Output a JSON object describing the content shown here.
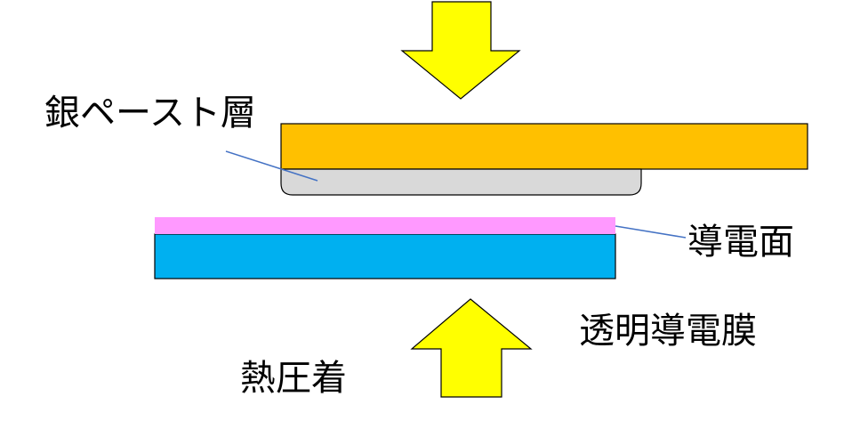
{
  "labels": {
    "silver_paste_layer": "銀ペースト層",
    "conductive_surface": "導電面",
    "transparent_conductive_film": "透明導電膜",
    "thermocompression": "熱圧着"
  },
  "colors": {
    "arrow_fill": "#ffff00",
    "arrow_stroke": "#000000",
    "top_substrate": "#ffc000",
    "silver_paste": "#d9d9d9",
    "conductive_surface": "#ff99ff",
    "transparent_film": "#00b0f0",
    "leader_line": "#4472c4"
  }
}
